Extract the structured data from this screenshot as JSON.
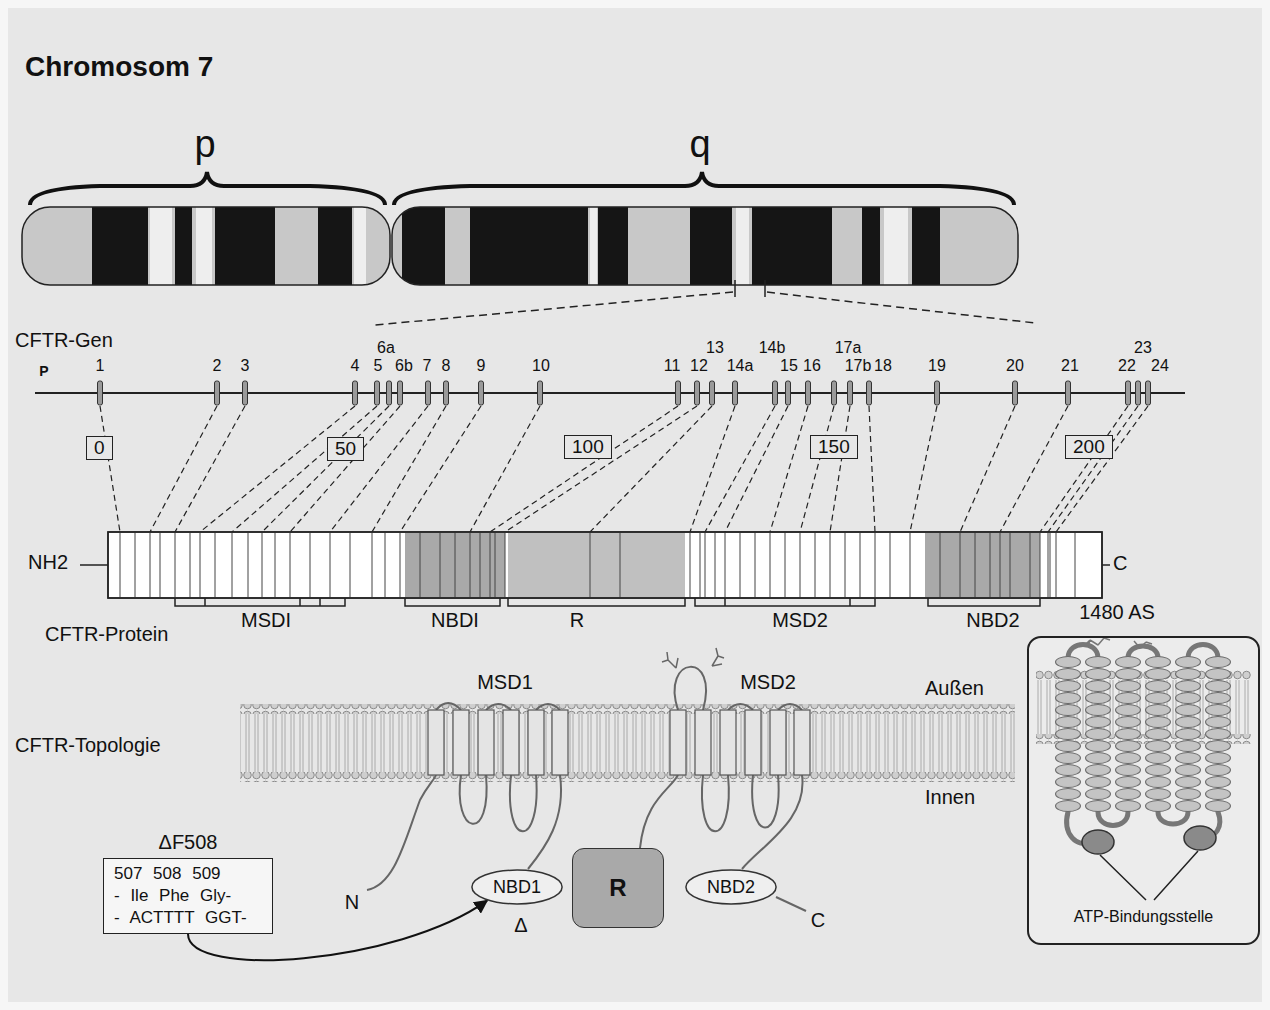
{
  "diagram": {
    "title": "Chromosom 7",
    "nodes": [
      {
        "text": [
          "0"
        ]
      },
      {
        "text": [
          "50"
        ]
      },
      {
        "text": [
          "100"
        ]
      },
      {
        "text": [
          "150"
        ]
      },
      {
        "text": [
          "200"
        ]
      },
      {
        "text": [
          "ATP-Bindungsstelle"
        ]
      },
      {
        "text": [
          "ΔF508",
          "507 508 509",
          "- Ile Phe Gly-",
          "- ACTTTT GGT-"
        ]
      },
      {
        "text": [
          "NBD1"
        ]
      },
      {
        "text": [
          "R"
        ]
      },
      {
        "text": [
          "NBD2"
        ]
      }
    ],
    "edges": [
      {
        "from": 6,
        "to": 7,
        "arrow": "to"
      }
    ],
    "labels": [
      "p",
      "q",
      "CFTR-Gen",
      "P",
      "1",
      "2",
      "3",
      "4",
      "5",
      "6a",
      "6b",
      "7",
      "8",
      "9",
      "10",
      "11",
      "12",
      "13",
      "14a",
      "14b",
      "15",
      "16",
      "17a",
      "17b",
      "18",
      "19",
      "20",
      "21",
      "22",
      "23",
      "24",
      "NH2",
      "C",
      "CFTR-Protein",
      "MSDI",
      "NBDI",
      "R",
      "MSD2",
      "NBD2",
      "1480 AS",
      "MSD1",
      "MSD2",
      "CFTR-Topologie",
      "Außen",
      "Innen",
      "N",
      "Δ",
      "C"
    ]
  }
}
